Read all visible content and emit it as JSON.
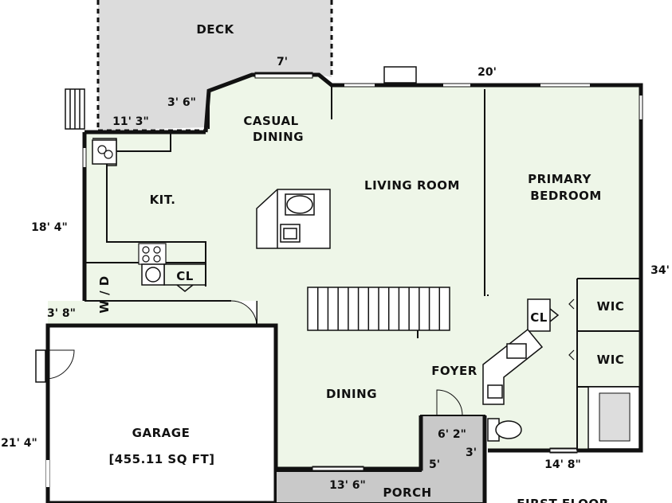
{
  "colors": {
    "interior": "#eef6e8",
    "deck": "#dcdcdc",
    "porch": "#c9c9c9",
    "wall": "#111111"
  },
  "rooms": {
    "deck": "DECK",
    "casual_dining_1": "CASUAL",
    "casual_dining_2": "DINING",
    "living_room": "LIVING ROOM",
    "primary_bedroom_1": "PRIMARY",
    "primary_bedroom_2": "BEDROOM",
    "kitchen": "KIT.",
    "closet_kitchen": "CL",
    "closet_foyer": "CL",
    "wic_1": "WIC",
    "wic_2": "WIC",
    "foyer": "FOYER",
    "dining": "DINING",
    "garage": "GARAGE",
    "garage_area": "[455.11 SQ FT]",
    "porch": "PORCH",
    "washer_dryer": "W / D",
    "floor_title": "FIRST FLOOR"
  },
  "dimensions": {
    "deck_width": "7'",
    "bay_side": "3' 6\"",
    "deck_depth": "11' 3\"",
    "top_right_width": "20'",
    "left_depth": "18' 4\"",
    "right_depth": "34'",
    "mudroom_offset": "3' 8\"",
    "garage_depth": "21' 4\"",
    "entry_width": "6' 2\"",
    "entry_depth": "3'",
    "porch_depth": "5'",
    "porch_width": "13' 6\"",
    "bath_width": "14' 8\""
  }
}
